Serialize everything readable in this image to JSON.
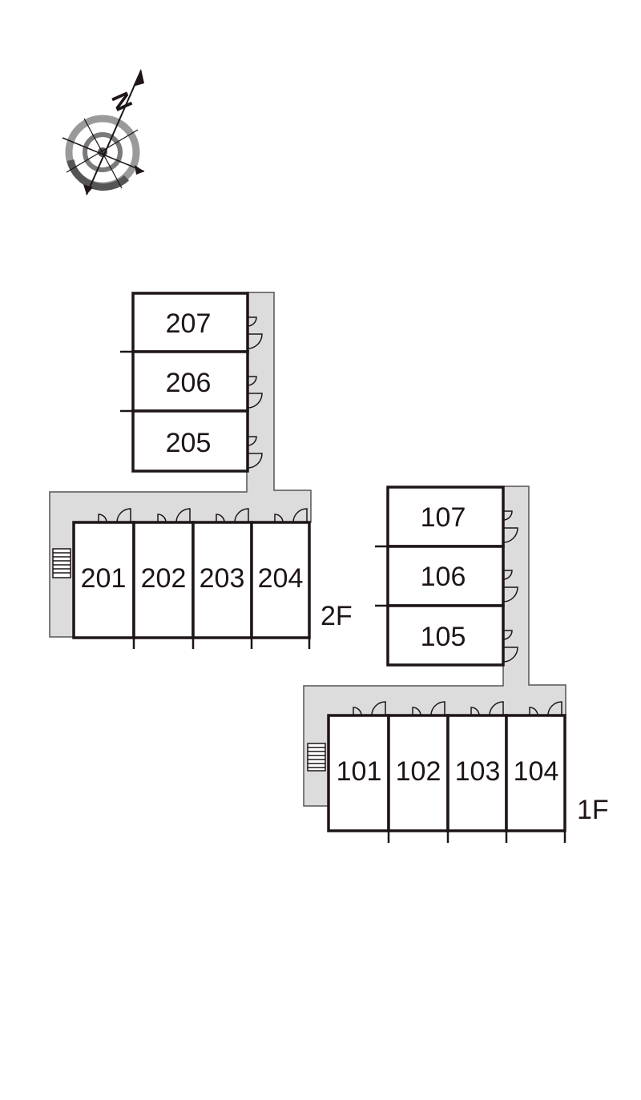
{
  "compass": {
    "label": "N",
    "icon": "north-compass-icon"
  },
  "floors": [
    {
      "label": "2F",
      "rooms_vertical": [
        "207",
        "206",
        "205"
      ],
      "rooms_horizontal": [
        "201",
        "202",
        "203",
        "204"
      ]
    },
    {
      "label": "1F",
      "rooms_vertical": [
        "107",
        "106",
        "105"
      ],
      "rooms_horizontal": [
        "101",
        "102",
        "103",
        "104"
      ]
    }
  ],
  "colors": {
    "wall": "#1e1516",
    "corridor": "#dcdcdc",
    "compass_gray": "#9a9a9a"
  }
}
